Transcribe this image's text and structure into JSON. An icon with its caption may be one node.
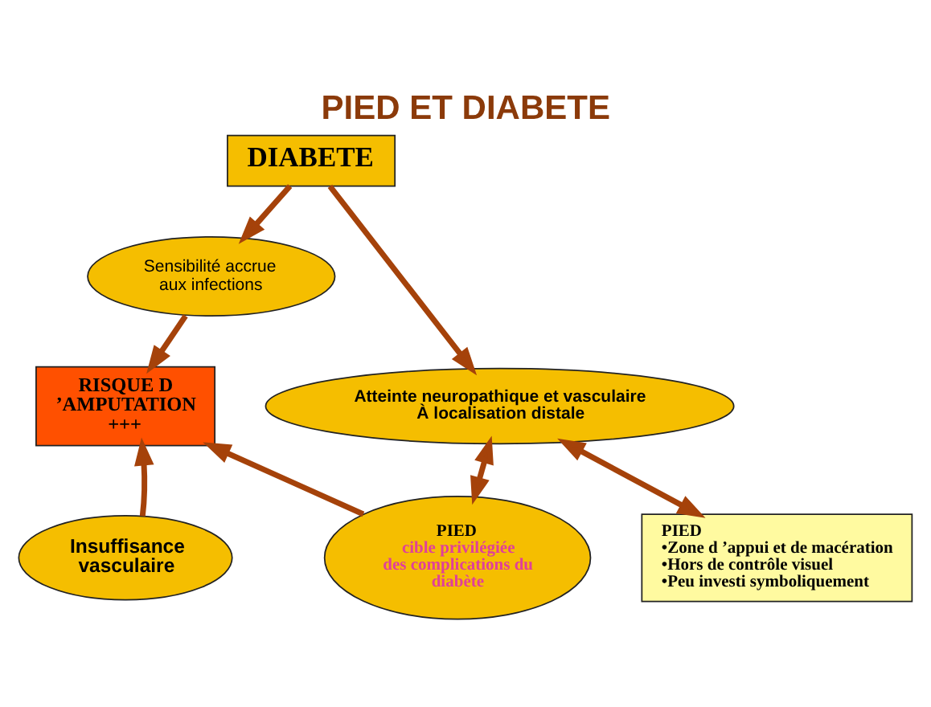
{
  "diagram": {
    "title": "PIED ET DIABETE",
    "nodes": [
      {
        "text": [
          "DIABETE"
        ]
      },
      {
        "text": [
          "Sensibilité accrue aux infections"
        ]
      },
      {
        "text": [
          "Atteinte neuropathique et vasculaire À localisation distale"
        ]
      },
      {
        "text": [
          "RISQUE D ’AMPUTATION +++"
        ]
      },
      {
        "text": [
          "PIED",
          "•Zone d ’appui et de macération",
          "•Hors de contrôle visuel",
          "•Peu investi symboliquement"
        ]
      },
      {
        "text": [
          "PIED",
          "cible privilégiée des complications du diabète"
        ]
      },
      {
        "text": [
          "Insuffisance vasculaire"
        ]
      }
    ],
    "edges": [
      {
        "from": 0,
        "to": 1,
        "arrow": "to"
      },
      {
        "from": 0,
        "to": 2,
        "arrow": "to"
      },
      {
        "from": 1,
        "to": 3,
        "arrow": "to"
      },
      {
        "from": 2,
        "to": 4,
        "arrow": "both"
      },
      {
        "from": 2,
        "to": 5,
        "arrow": "both"
      },
      {
        "from": 5,
        "to": 3,
        "arrow": "to"
      },
      {
        "from": 6,
        "to": 3,
        "arrow": "to"
      }
    ]
  }
}
